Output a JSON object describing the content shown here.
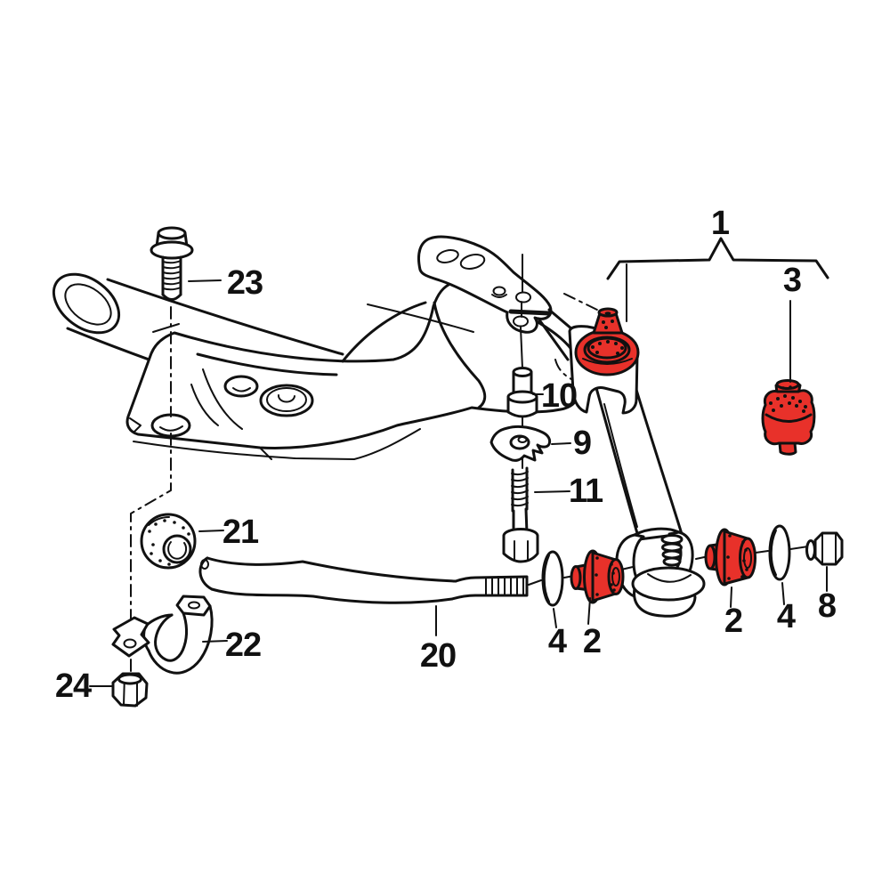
{
  "diagram": {
    "type": "exploded-parts-diagram",
    "background_color": "#ffffff",
    "line_color": "#111111",
    "highlight_color": "#e8312a",
    "callouts": {
      "assembly_1": "1",
      "spare_bushing_3": "3",
      "subframe_bolt_23": "23",
      "spacer_sleeve_10": "10",
      "retainer_plate_9": "9",
      "link_bolt_11": "11",
      "bar_bushing_21": "21",
      "clamp_bracket_22": "22",
      "nut_left_24": "24",
      "stabilizer_bar_20": "20",
      "washer_left_4": "4",
      "cone_bushing_left_2": "2",
      "cone_bushing_right_2": "2",
      "washer_right_4": "4",
      "nut_right_8": "8"
    }
  }
}
